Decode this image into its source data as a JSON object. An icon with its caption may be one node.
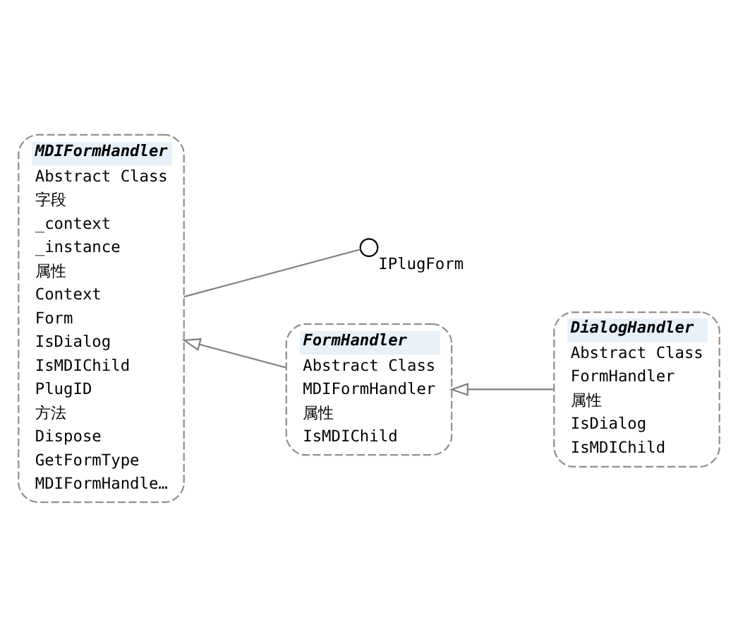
{
  "diagram": {
    "nodes": [
      {
        "text": [],
        "shape": "circle",
        "beside": [
          "IPlugForm"
        ]
      },
      {
        "text": [
          "MDIFormHandler",
          "Abstract Class",
          "字段",
          "_context",
          "_instance",
          "属性",
          "Context",
          "Form",
          "IsDialog",
          "IsMDIChild",
          "PlugID",
          "方法",
          "Dispose",
          "GetFormType",
          "MDIFormHandle…"
        ]
      },
      {
        "text": [
          "FormHandler",
          "Abstract Class",
          "MDIFormHandler",
          "属性",
          "IsMDIChild"
        ]
      },
      {
        "text": [
          "DialogHandler",
          "Abstract Class",
          "FormHandler",
          "属性",
          "IsDialog",
          "IsMDIChild"
        ]
      }
    ],
    "edges": [
      {
        "from": 0,
        "to": 1,
        "arrow": "none"
      },
      {
        "from": 2,
        "to": 1,
        "arrow": "to"
      },
      {
        "from": 3,
        "to": 2,
        "arrow": "to"
      }
    ]
  }
}
